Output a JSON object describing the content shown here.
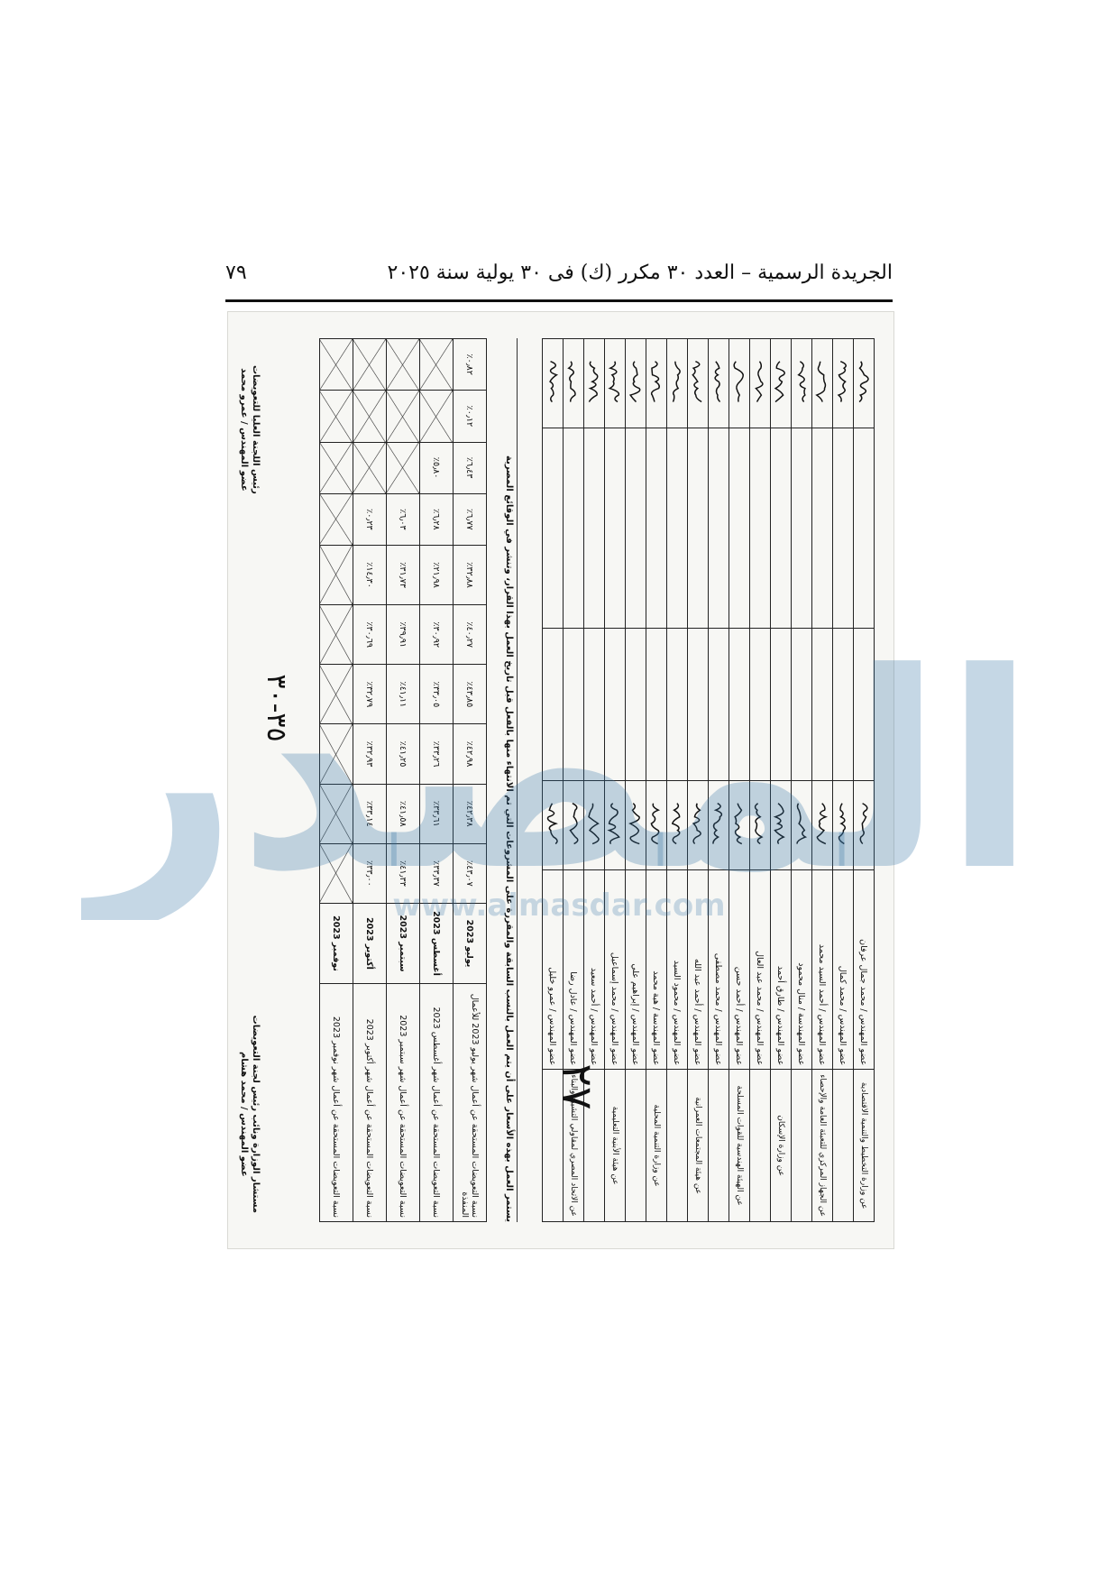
{
  "header": {
    "title": "الجريدة الرسمية – العدد ٣٠ مكرر (ك) فى ٣٠ يولية سنة ٢٠٢٥",
    "page_number": "٧٩"
  },
  "watermark": {
    "text": "المصدر",
    "url": "www.almasdar.com"
  },
  "document": {
    "note": "يستمر العمل بهذه الأسعار على أن يتم العمل بالنسب السابقة والمقررة على المشروعات التي تم الانتهاء منها بالفعل قبل تاريخ العمل بهذا القرار، وتنشر في الوقائع المصرية",
    "sign_rows": [
      {
        "member": "عضو المهندس / محمد جمال عرفان",
        "entity": "عن وزارة التخطيط والتنمية الاقتصادية"
      },
      {
        "member": "عضو المهندس / محمد كمال",
        "entity": ""
      },
      {
        "member": "عضو المهندس / أحمد السيد محمد",
        "entity": "عن الجهاز المركزي للتعبئة العامة والإحصاء"
      },
      {
        "member": "عضو المهندسة / منال محمود",
        "entity": ""
      },
      {
        "member": "عضو المهندس / طارق أحمد",
        "entity": "عن وزارة الإسكان"
      },
      {
        "member": "عضو المهندس / محمد عبد العال",
        "entity": ""
      },
      {
        "member": "عضو المهندس / أحمد حسن",
        "entity": "عن الهيئة الهندسية للقوات المسلحة"
      },
      {
        "member": "عضو المهندس / محمد مصطفى",
        "entity": ""
      },
      {
        "member": "عضو المهندس / أحمد عبد الله",
        "entity": "عن هيئة المجتمعات العمرانية"
      },
      {
        "member": "عضو المهندس / محمود السيد",
        "entity": ""
      },
      {
        "member": "عضو المهندسة / هبة محمد",
        "entity": "عن وزارة التنمية المحلية"
      },
      {
        "member": "عضو المهندس / إبراهيم علي",
        "entity": ""
      },
      {
        "member": "عضو المهندس / محمد إسماعيل",
        "entity": "عن هيئة الأبنية التعليمية"
      },
      {
        "member": "عضو المهندس / أحمد سعيد",
        "entity": ""
      },
      {
        "member": "عضو المهندس / عادل رضا",
        "entity": "عن الاتحاد المصري لمقاولي التشييد والبناء"
      },
      {
        "member": "عضو المهندس / عمرو خليل",
        "entity": ""
      }
    ],
    "pct_rows": [
      {
        "label": "نسبة التعويضات المستحقة عن أعمال شهر يوليو 2023 للأعمال المنفذة",
        "vals": [
          "٤٣٫٠٧٪",
          "٤٢٫٣٨٪",
          "٤٢٫٩٨٪",
          "٤٣٫٨٥٪",
          "٤٠٫٢٧٪",
          "٣٢٫٨٨٪",
          "٦٫٧٧٪",
          "٦٫٤٣٪",
          "٠٫١٢٪",
          "٠٫٨٢٪"
        ],
        "month": "يوليو 2023"
      },
      {
        "label": "نسبة التعويضات المستحقة عن أعمال شهر أغسطس 2023",
        "vals": [
          "٣٣٫٣٧٪",
          "٣٣٫٦١٪",
          "٣٣٫٢٦٪",
          "٣٣٫٠٥٪",
          "٣٠٫٩٢٪",
          "٢١٫٩٨٪",
          "٦٫٢٨٪",
          "٥٫٨٠٪",
          "",
          ""
        ],
        "month": "أغسطس 2023"
      },
      {
        "label": "نسبة التعويضات المستحقة عن أعمال شهر سبتمبر 2023",
        "vals": [
          "٤١٫٣٣٪",
          "٤١٫٥٨٪",
          "٤١٫٢٥٪",
          "٤١٫١١٪",
          "٣٩٫٩١٪",
          "٣١٫٧٣٪",
          "٦٫٠٣٪",
          "",
          "",
          ""
        ],
        "month": "سبتمبر 2023"
      },
      {
        "label": "نسبة التعويضات المستحقة عن أعمال شهر أكتوبر 2023",
        "vals": [
          "٣٣٫٠٠٪",
          "٣٣٫١٤٪",
          "٣٢٫٩٣٪",
          "٣٢٫٧٩٪",
          "٣٠٫٦٩٪",
          "١٤٫٣٠٪",
          "٠٫٢٣٪",
          "",
          "",
          ""
        ],
        "month": "أكتوبر 2023"
      },
      {
        "label": "نسبة التعويضات المستحقة عن أعمال شهر نوفمبر 2023",
        "vals": [
          "",
          "",
          "",
          "",
          "",
          "",
          "",
          "",
          "",
          ""
        ],
        "month": "نوفمبر 2023"
      }
    ],
    "footer_right": {
      "role": "مستشار الوزارة ونائب رئيس لجنة التعويضات",
      "name": "عضو المهندس / محمد هشام"
    },
    "footer_left": {
      "role": "رئيس اللجنة العليا للتعويضات",
      "name": "عضو المهندس / عمرو محمد"
    },
    "handwritten": [
      "٢٧",
      "٣٥-٣٠"
    ]
  }
}
